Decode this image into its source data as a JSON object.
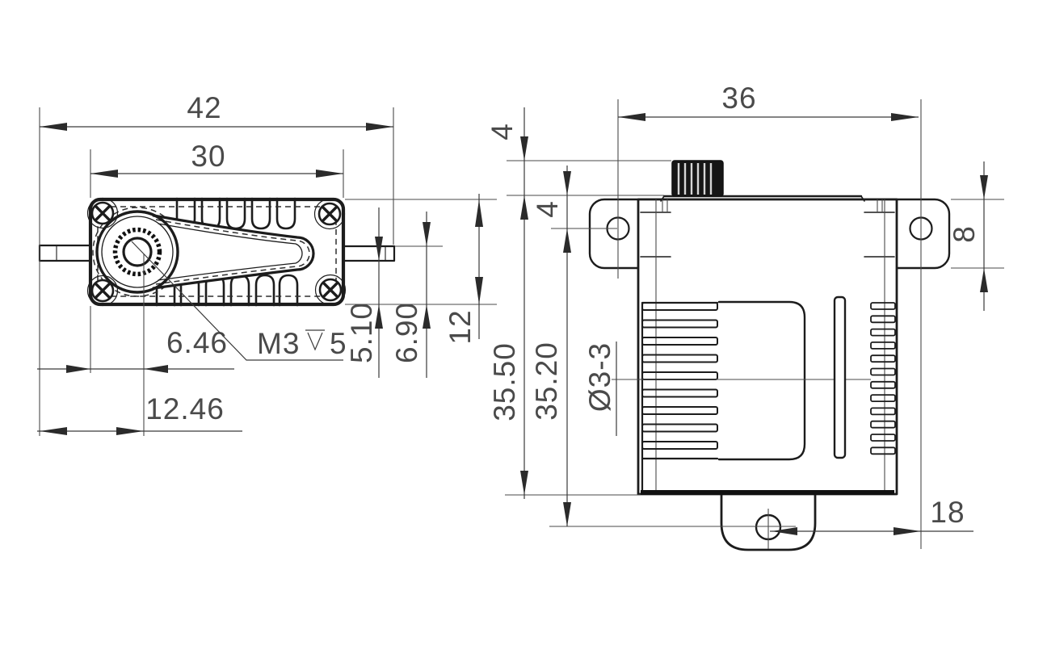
{
  "colors": {
    "background": "#ffffff",
    "line": "#1c1c1c",
    "dimension_text": "#4a4a4a"
  },
  "top_view": {
    "dims": {
      "overall_width": "42",
      "case_width": "30",
      "horn_center_to_case_edge": "6.46",
      "horn_center_to_pin_end": "12.46",
      "tab_bottom_to_case_bottom": "5.10",
      "tab_top_to_case_bottom": "6.90",
      "case_height": "12"
    },
    "thread_callout": {
      "size": "M3",
      "depth": "5"
    }
  },
  "side_view": {
    "dims": {
      "mount_hole_spacing": "36",
      "spline_above_case": "4",
      "case_top_to_hole": "4",
      "flange_height": "8",
      "case_top_to_bottom": "35.50",
      "hole_to_hole_height": "35.20",
      "side_pin_hole": "Ø3-3",
      "bottom_hole_to_mount_hole": "18"
    }
  }
}
